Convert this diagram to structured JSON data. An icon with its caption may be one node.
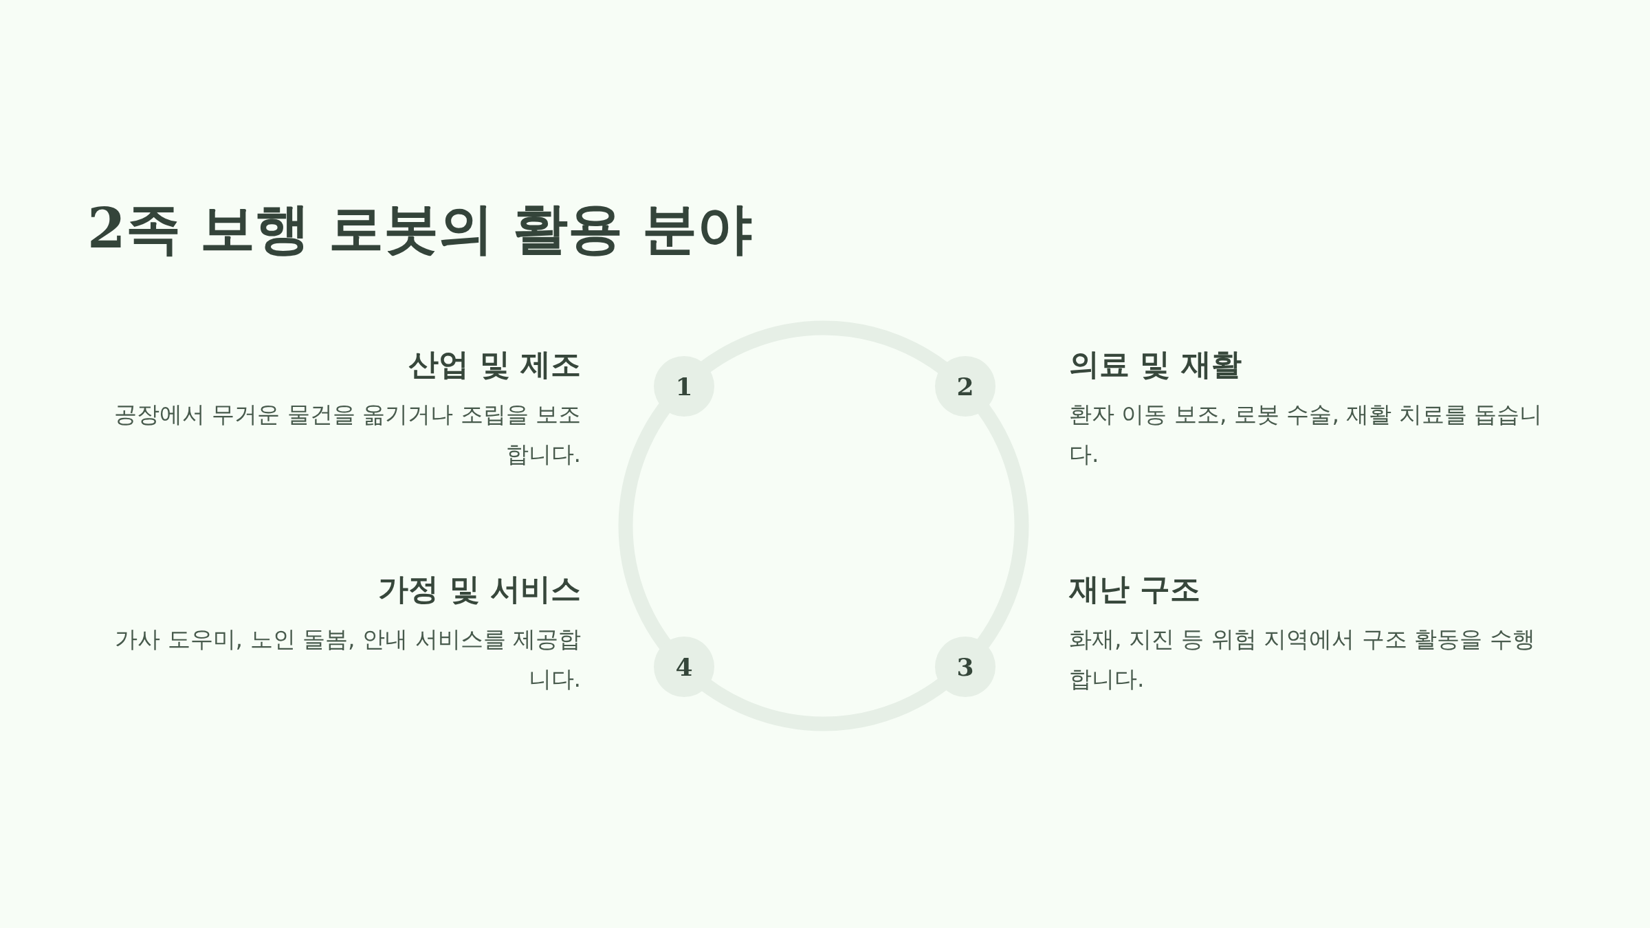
{
  "diagram": {
    "title": "2족 보행 로봇의 활용 분야",
    "nodes": [
      {
        "text": [
          "산업 및 제조",
          "공장에서 무거운 물건을 옮기거나 조립을 보조합니다."
        ]
      },
      {
        "text": [
          "1"
        ]
      },
      {
        "text": [
          "2"
        ]
      },
      {
        "text": [
          "의료 및 재활",
          "환자 이동 보조, 로봇 수술, 재활 치료를 돕습니다."
        ]
      },
      {
        "text": [
          "가정 및 서비스",
          "가사 도우미, 노인 돌봄, 안내 서비스를 제공합니다."
        ]
      },
      {
        "text": [
          "4"
        ]
      },
      {
        "text": [
          "3"
        ]
      },
      {
        "text": [
          "재난 구조",
          "화재, 지진 등 위험 지역에서 구조 활동을 수행합니다."
        ]
      }
    ]
  }
}
